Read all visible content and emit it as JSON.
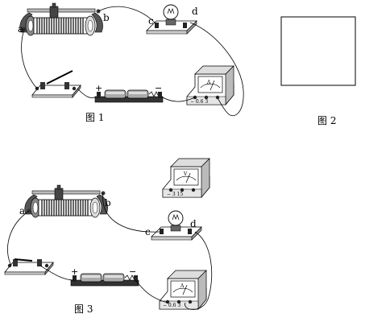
{
  "figure1": {
    "caption": "图 1",
    "labels": {
      "a": "a",
      "b": "b",
      "c": "c",
      "d": "d"
    },
    "battery": {
      "plus": "+",
      "minus": "−"
    },
    "ammeter": {
      "symbol": "A",
      "terminals": "−  0.6  3"
    }
  },
  "figure2": {
    "caption": "图 2"
  },
  "figure3": {
    "caption": "图 3",
    "labels": {
      "a": "a",
      "b": "b",
      "c": "c",
      "d": "d"
    },
    "battery": {
      "plus": "+",
      "minus": "−"
    },
    "voltmeter": {
      "symbol": "V",
      "terminals": "−  3  15"
    },
    "ammeter": {
      "symbol": "A",
      "terminals": "−  0.6  3"
    }
  },
  "colors": {
    "line": "#000000",
    "fill_light": "#e6e6e6",
    "fill_dark": "#555555",
    "bulb": "#ffffff"
  }
}
